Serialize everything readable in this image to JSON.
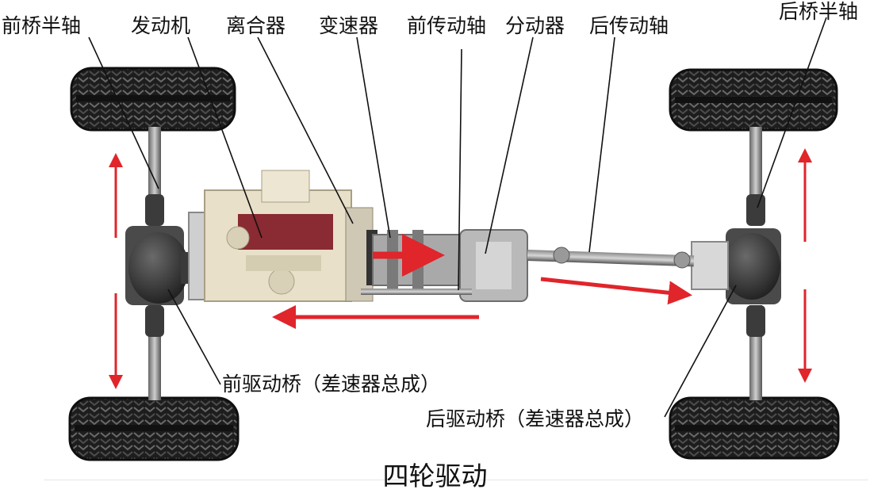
{
  "labels": {
    "front_half_shaft": "前桥半轴",
    "engine": "发动机",
    "clutch": "离合器",
    "transmission": "变速器",
    "front_drive_shaft": "前传动轴",
    "transfer_case": "分动器",
    "rear_drive_shaft": "后传动轴",
    "rear_half_shaft": "后桥半轴",
    "front_drive_axle": "前驱动桥（差速器总成）",
    "rear_drive_axle": "后驱动桥（差速器总成）"
  },
  "caption": "四轮驱动",
  "colors": {
    "arrow": "#e0252b",
    "tire": "#1b1b1b",
    "leader": "#111111",
    "engine_block": "#e8e0c8",
    "engine_head": "#8a2a32",
    "axle_housing": "#2e2e2e",
    "shaft": "#555555",
    "transfer_case": "#b9b9b9"
  }
}
